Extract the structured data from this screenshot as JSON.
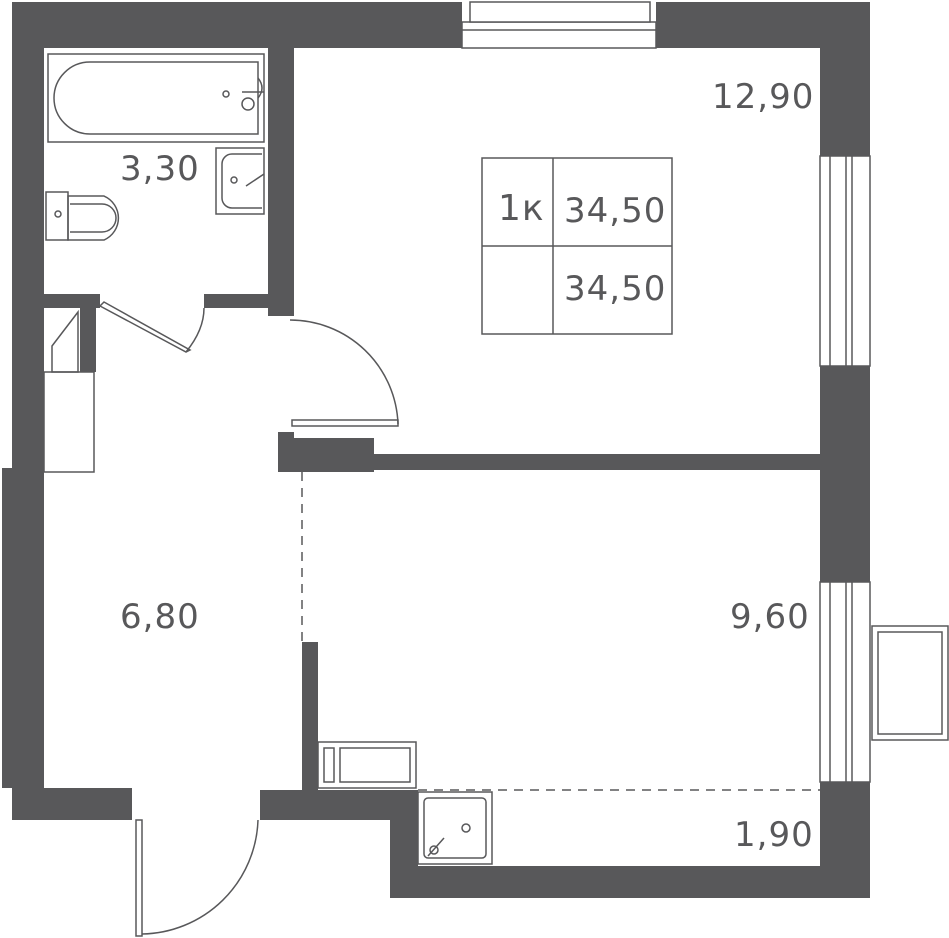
{
  "rooms": {
    "living_area": "12,90",
    "bathroom_area": "3,30",
    "hall_area": "6,80",
    "kitchen_area": "9,60",
    "loggia_area": "1,90"
  },
  "summary": {
    "room_count": "1к",
    "total_area": "34,50",
    "living_total_area": "34,50"
  },
  "colors": {
    "wall": "#58585a",
    "background": "#ffffff"
  },
  "icons": [
    "bathtub-icon",
    "sink-icon",
    "toilet-icon",
    "kitchen-sink-icon",
    "stove-icon",
    "door-swing-icon"
  ]
}
